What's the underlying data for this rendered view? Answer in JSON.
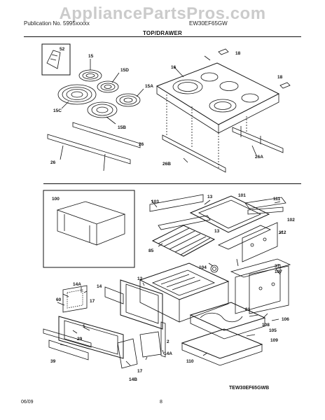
{
  "watermark": "AppliancePartsPros.com",
  "header": {
    "publication": "Publication No. 5995xxxxx",
    "model": "EW30EF65GW",
    "section_title": "TOP/DRAWER"
  },
  "diagram": {
    "model_code": "TEW30EF65GWB",
    "top_labels": [
      "52",
      "15",
      "15D",
      "15A",
      "15C",
      "15B",
      "26",
      "26",
      "16",
      "18",
      "18",
      "26B",
      "26A"
    ],
    "bottom_labels": [
      "100",
      "103",
      "13",
      "101",
      "111",
      "112",
      "102",
      "85",
      "13",
      "37",
      "107",
      "104",
      "12",
      "14A",
      "14",
      "17",
      "60",
      "29",
      "39",
      "1",
      "14B",
      "17",
      "2",
      "14A",
      "81",
      "108",
      "105",
      "106",
      "109",
      "110"
    ]
  },
  "footer": {
    "date": "06/09",
    "page": "8"
  }
}
